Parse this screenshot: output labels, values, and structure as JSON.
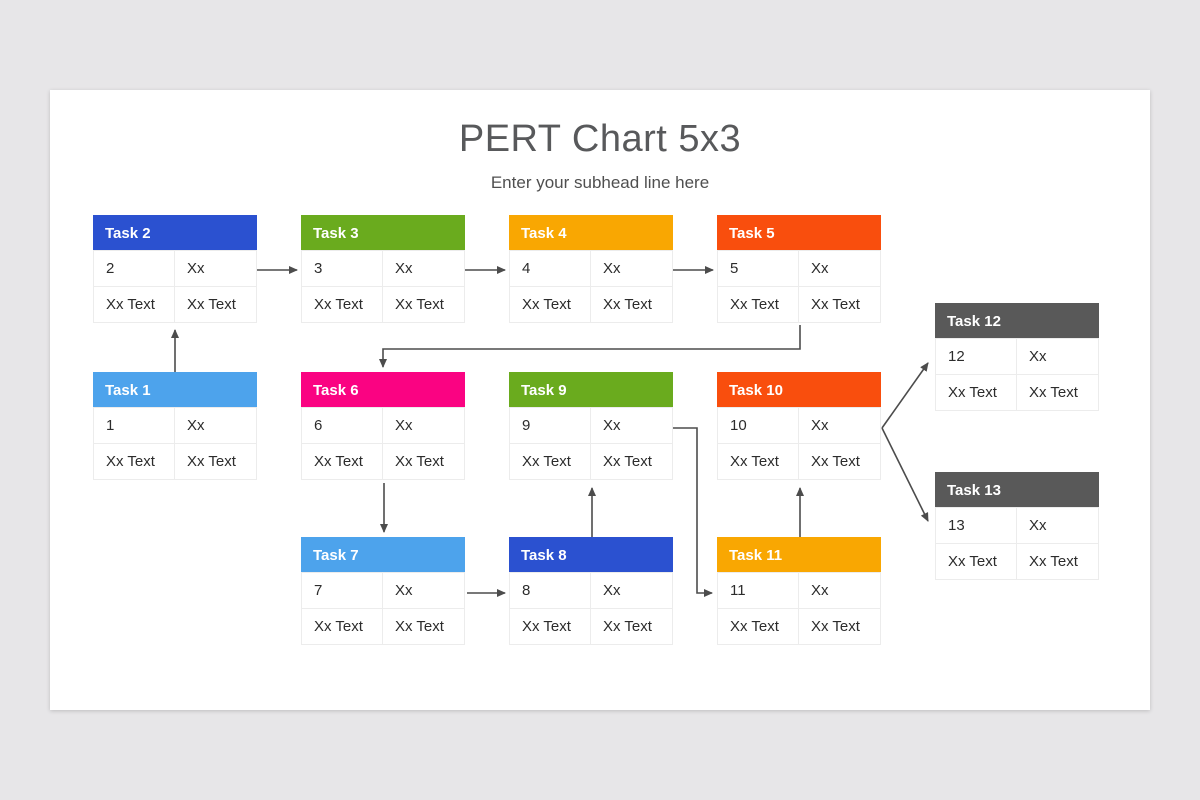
{
  "page": {
    "background_color": "#e7e6e8",
    "slide_background_color": "#ffffff"
  },
  "header": {
    "title": "PERT Chart 5x3",
    "subtitle": "Enter your subhead line here",
    "title_color": "#58595b"
  },
  "palette": {
    "blue": "#2b51d0",
    "light_blue": "#4da3ec",
    "green": "#6aab1e",
    "amber": "#f9a702",
    "orange_red": "#f94e0d",
    "pink": "#fa0382",
    "dark_gray": "#595959",
    "arrow_color": "#4c4c4c",
    "cell_border": "#ececec"
  },
  "tasks": [
    {
      "name": "task-1",
      "title": "Task 1",
      "color": "#4da3ec",
      "cells": [
        "1",
        "Xx",
        "Xx Text",
        "Xx Text"
      ]
    },
    {
      "name": "task-2",
      "title": "Task 2",
      "color": "#2b51d0",
      "cells": [
        "2",
        "Xx",
        "Xx Text",
        "Xx Text"
      ]
    },
    {
      "name": "task-3",
      "title": "Task 3",
      "color": "#6aab1e",
      "cells": [
        "3",
        "Xx",
        "Xx Text",
        "Xx Text"
      ]
    },
    {
      "name": "task-4",
      "title": "Task 4",
      "color": "#f9a702",
      "cells": [
        "4",
        "Xx",
        "Xx Text",
        "Xx Text"
      ]
    },
    {
      "name": "task-5",
      "title": "Task 5",
      "color": "#f94e0d",
      "cells": [
        "5",
        "Xx",
        "Xx Text",
        "Xx Text"
      ]
    },
    {
      "name": "task-6",
      "title": "Task 6",
      "color": "#fa0382",
      "cells": [
        "6",
        "Xx",
        "Xx Text",
        "Xx Text"
      ]
    },
    {
      "name": "task-7",
      "title": "Task 7",
      "color": "#4da3ec",
      "cells": [
        "7",
        "Xx",
        "Xx Text",
        "Xx Text"
      ]
    },
    {
      "name": "task-8",
      "title": "Task 8",
      "color": "#2b51d0",
      "cells": [
        "8",
        "Xx",
        "Xx Text",
        "Xx Text"
      ]
    },
    {
      "name": "task-9",
      "title": "Task 9",
      "color": "#6aab1e",
      "cells": [
        "9",
        "Xx",
        "Xx Text",
        "Xx Text"
      ]
    },
    {
      "name": "task-10",
      "title": "Task 10",
      "color": "#f94e0d",
      "cells": [
        "10",
        "Xx",
        "Xx Text",
        "Xx Text"
      ]
    },
    {
      "name": "task-11",
      "title": "Task 11",
      "color": "#f9a702",
      "cells": [
        "11",
        "Xx",
        "Xx Text",
        "Xx Text"
      ]
    },
    {
      "name": "task-12",
      "title": "Task 12",
      "color": "#595959",
      "cells": [
        "12",
        "Xx",
        "Xx Text",
        "Xx Text"
      ]
    },
    {
      "name": "task-13",
      "title": "Task 13",
      "color": "#595959",
      "cells": [
        "13",
        "Xx",
        "Xx Text",
        "Xx Text"
      ]
    }
  ],
  "connections": [
    {
      "from": "Task 1",
      "to": "Task 2"
    },
    {
      "from": "Task 2",
      "to": "Task 3"
    },
    {
      "from": "Task 3",
      "to": "Task 4"
    },
    {
      "from": "Task 4",
      "to": "Task 5"
    },
    {
      "from": "Task 5",
      "to": "Task 6"
    },
    {
      "from": "Task 6",
      "to": "Task 7"
    },
    {
      "from": "Task 7",
      "to": "Task 8"
    },
    {
      "from": "Task 8",
      "to": "Task 9"
    },
    {
      "from": "Task 9",
      "to": "Task 11"
    },
    {
      "from": "Task 11",
      "to": "Task 10"
    },
    {
      "from": "Task 10",
      "to": "Task 12"
    },
    {
      "from": "Task 10",
      "to": "Task 13"
    }
  ]
}
